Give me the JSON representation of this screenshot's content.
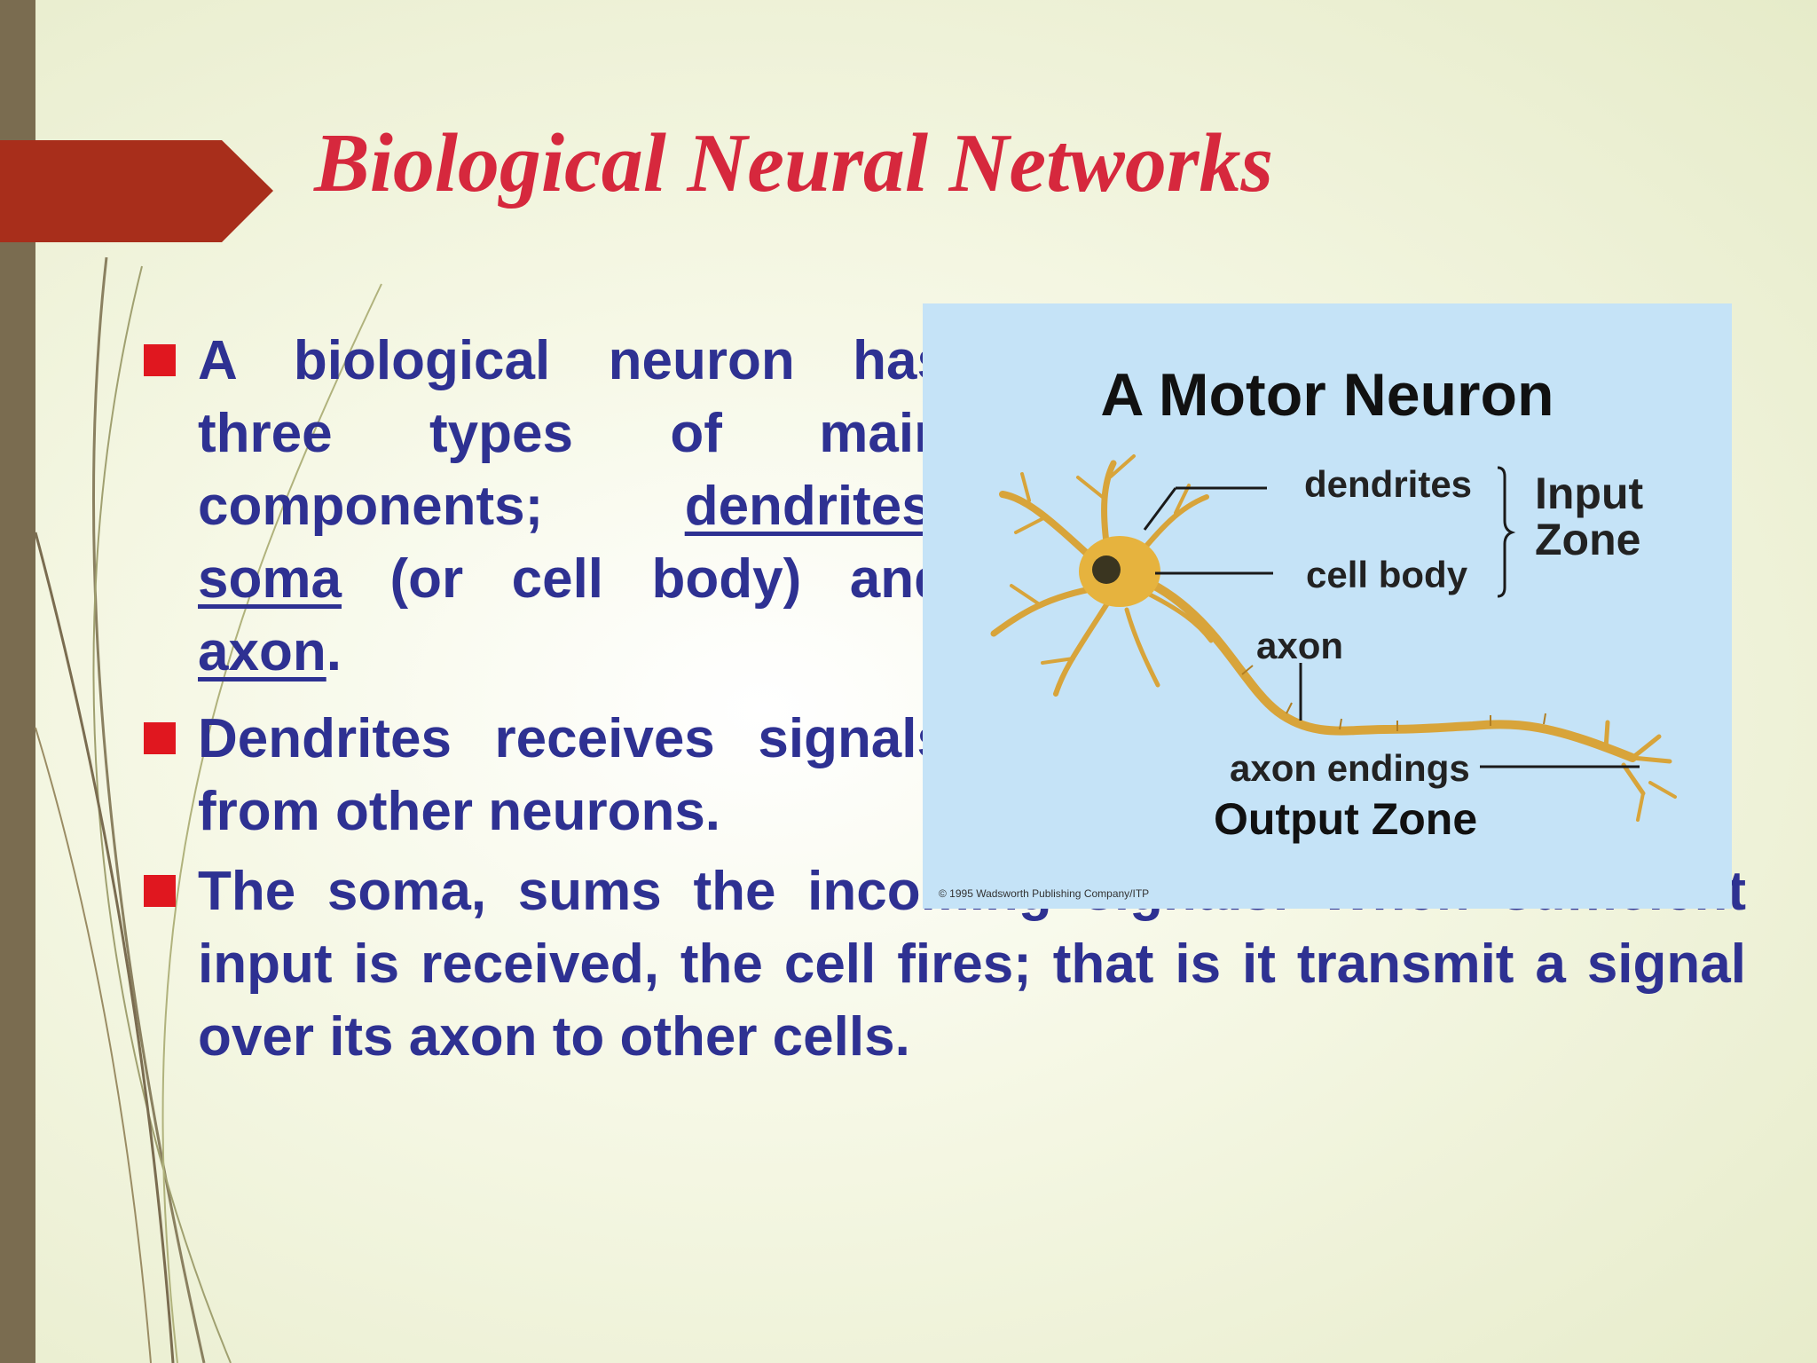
{
  "slide": {
    "title": "Biological Neural Networks",
    "colors": {
      "title": "#d6283d",
      "body_text": "#2e3192",
      "bullet_marker": "#e0171f",
      "arrow_banner": "#a82e1b",
      "left_strip": "#7a6c50",
      "figure_background": "#c5e3f7"
    },
    "bullet_marker_icon": "red-square-bullet-icon"
  },
  "bullets": [
    {
      "t1": "A biological neuron has three types of main components; ",
      "u1": "dendrites",
      "t2": ", ",
      "u2": "soma",
      "t3": " (or cell body) and ",
      "u3": "axon",
      "t4": "."
    },
    {
      "text": "Dendrites receives signals from other neurons."
    },
    {
      "text": "The soma, sums the incoming signals. When sufficient input is received, the cell fires; that is it transmit a signal over its axon to other cells."
    }
  ],
  "figure": {
    "title": "A Motor Neuron",
    "labels": {
      "dendrites": "dendrites",
      "cell_body": "cell body",
      "input_zone_line1": "Input",
      "input_zone_line2": "Zone",
      "axon": "axon",
      "axon_endings": "axon endings",
      "output_zone": "Output Zone"
    },
    "credit": "© 1995 Wadsworth Publishing Company/ITP"
  }
}
